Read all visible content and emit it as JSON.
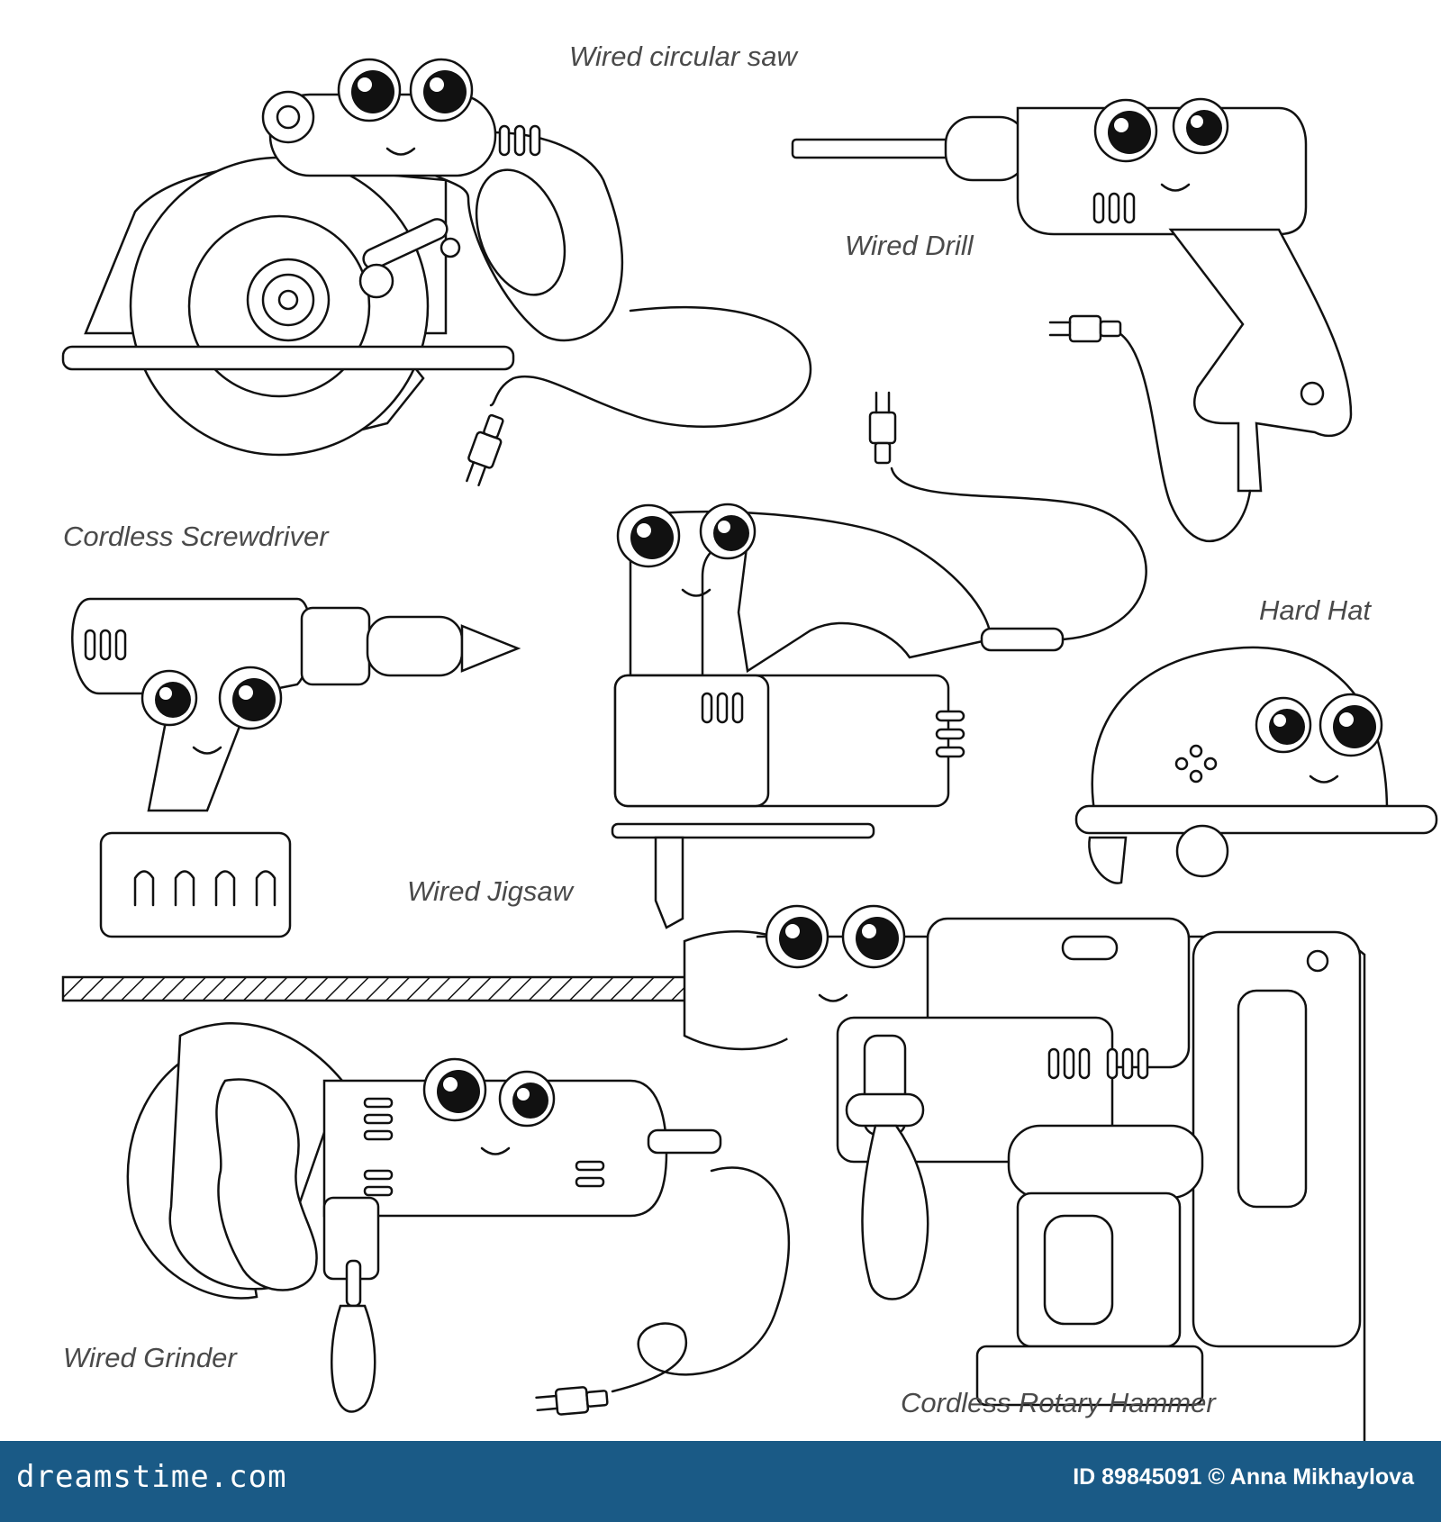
{
  "labels": {
    "wired_circular_saw": "Wired circular saw",
    "wired_drill": "Wired Drill",
    "cordless_screwdriver": "Cordless Screwdriver",
    "hard_hat": "Hard Hat",
    "wired_jigsaw": "Wired Jigsaw",
    "wired_grinder": "Wired Grinder",
    "cordless_rotary_hammer": "Cordless Rotary Hammer"
  },
  "footer": {
    "brand": "dreamstime.com",
    "credit": "ID 89845091 © Anna Mikhaylova",
    "color": "#1a5a86"
  },
  "icons": [
    "circular-saw-icon",
    "drill-icon",
    "screwdriver-icon",
    "jigsaw-icon",
    "hard-hat-icon",
    "rotary-hammer-icon",
    "grinder-icon"
  ]
}
